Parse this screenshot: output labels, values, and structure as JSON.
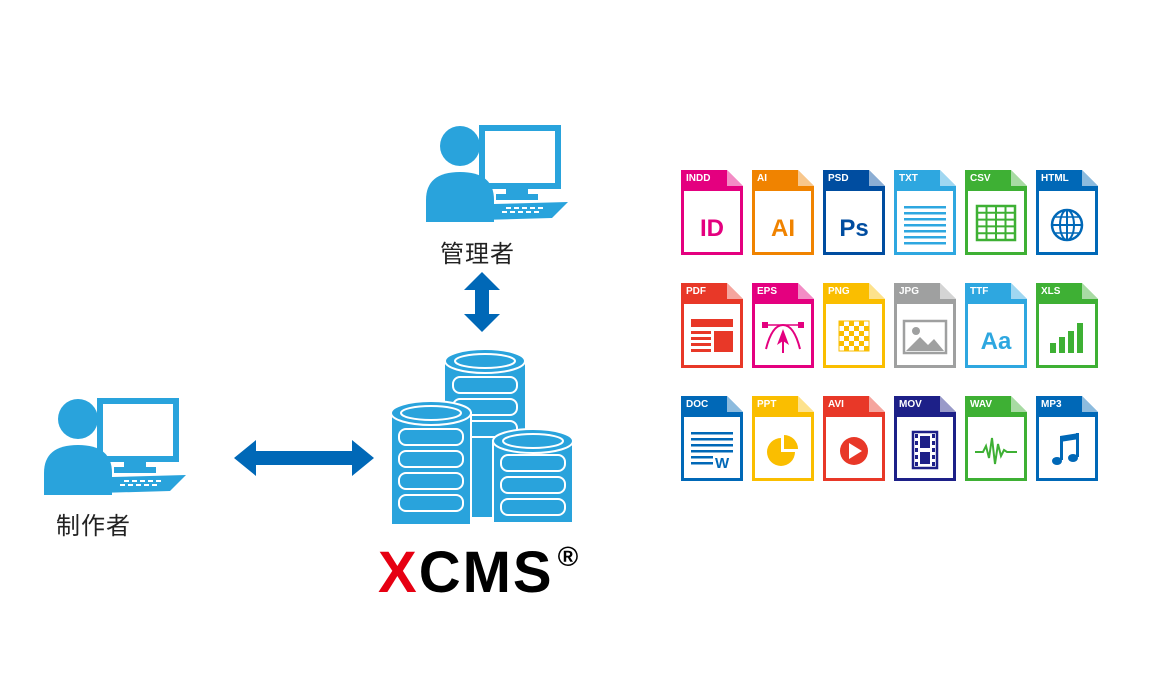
{
  "diagram": {
    "admin_label": "管理者",
    "creator_label": "制作者",
    "logo": {
      "x": "X",
      "rest": "CMS",
      "reg": "®"
    }
  },
  "colors": {
    "person_blue": "#29a3dc",
    "arrow_blue": "#0068b7",
    "logo_red": "#e60012",
    "logo_black": "#000000"
  },
  "file_types": [
    {
      "ext": "INDD",
      "color": "#e4007f",
      "glyph": "ID"
    },
    {
      "ext": "AI",
      "color": "#f08300",
      "glyph": "AI"
    },
    {
      "ext": "PSD",
      "color": "#004da0",
      "glyph": "Ps"
    },
    {
      "ext": "TXT",
      "color": "#2ea7e0",
      "glyph": "lines-icon"
    },
    {
      "ext": "CSV",
      "color": "#3eb034",
      "glyph": "grid-icon"
    },
    {
      "ext": "HTML",
      "color": "#0068b7",
      "glyph": "globe-icon"
    },
    {
      "ext": "PDF",
      "color": "#e83828",
      "glyph": "layout-icon"
    },
    {
      "ext": "EPS",
      "color": "#e4007f",
      "glyph": "vector-pen-icon"
    },
    {
      "ext": "PNG",
      "color": "#fabe00",
      "glyph": "checker-icon"
    },
    {
      "ext": "JPG",
      "color": "#9fa0a0",
      "glyph": "image-icon"
    },
    {
      "ext": "TTF",
      "color": "#2ea7e0",
      "glyph": "Aa"
    },
    {
      "ext": "XLS",
      "color": "#3eb034",
      "glyph": "bar-chart-icon"
    },
    {
      "ext": "DOC",
      "color": "#0068b7",
      "glyph": "document-w-icon"
    },
    {
      "ext": "PPT",
      "color": "#fabe00",
      "glyph": "pie-chart-icon"
    },
    {
      "ext": "AVI",
      "color": "#e83828",
      "glyph": "play-icon"
    },
    {
      "ext": "MOV",
      "color": "#1d2088",
      "glyph": "film-icon"
    },
    {
      "ext": "WAV",
      "color": "#3eb034",
      "glyph": "waveform-icon"
    },
    {
      "ext": "MP3",
      "color": "#0068b7",
      "glyph": "music-note-icon"
    }
  ]
}
